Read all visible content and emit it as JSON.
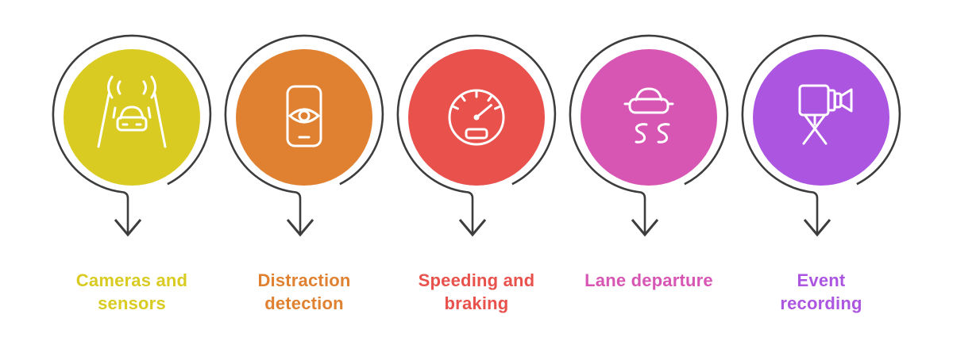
{
  "background": "#ffffff",
  "outline_color": "#3d3d3d",
  "items": [
    {
      "label": "Cameras and\nsensors",
      "color": "#d9cb21",
      "icon": "car-sensors-icon"
    },
    {
      "label": "Distraction\ndetection",
      "color": "#df8130",
      "icon": "phone-eye-icon"
    },
    {
      "label": "Speeding and\nbraking",
      "color": "#e8514c",
      "icon": "speedometer-icon"
    },
    {
      "label": "Lane departure",
      "color": "#d756b4",
      "icon": "car-skid-icon"
    },
    {
      "label": "Event\nrecording",
      "color": "#ac55e1",
      "icon": "video-camera-tripod-icon"
    }
  ]
}
